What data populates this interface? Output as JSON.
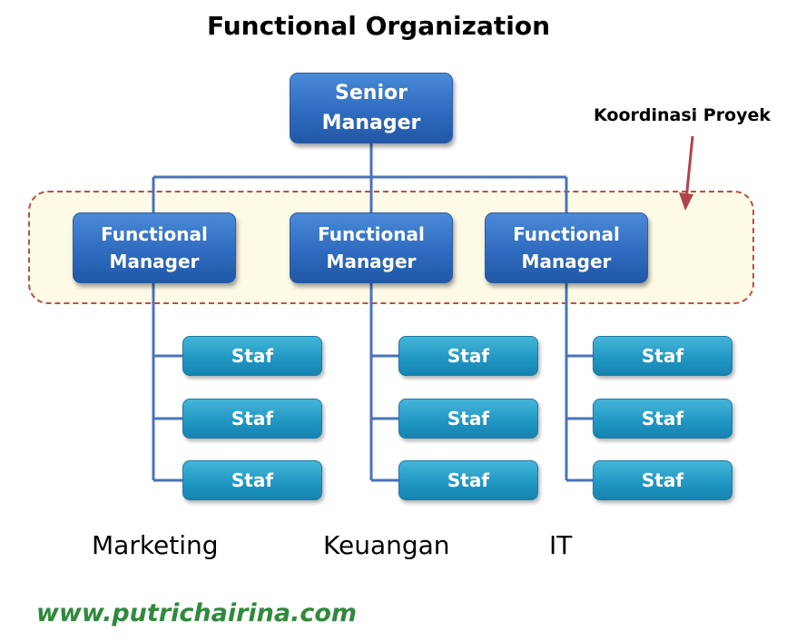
{
  "title": "Functional Organization",
  "annotation": "Koordinasi Proyek",
  "senior": {
    "line1": "Senior",
    "line2": "Manager"
  },
  "functional_managers": [
    {
      "line1": "Functional",
      "line2": "Manager"
    },
    {
      "line1": "Functional",
      "line2": "Manager"
    },
    {
      "line1": "Functional",
      "line2": "Manager"
    }
  ],
  "staff": [
    [
      "Staf",
      "Staf",
      "Staf"
    ],
    [
      "Staf",
      "Staf",
      "Staf"
    ],
    [
      "Staf",
      "Staf",
      "Staf"
    ]
  ],
  "departments": [
    "Marketing",
    "Keuangan",
    "IT"
  ],
  "website": "www.putrichairina.com",
  "colors": {
    "manager_box": "#2f6bbf",
    "staff_box": "#1f95c2",
    "connector": "#4a73b8",
    "dashed_border": "#b8504b",
    "coordination_fill": "#fdfae6",
    "arrow": "#b0444a",
    "website_text": "#2f8a3b"
  }
}
